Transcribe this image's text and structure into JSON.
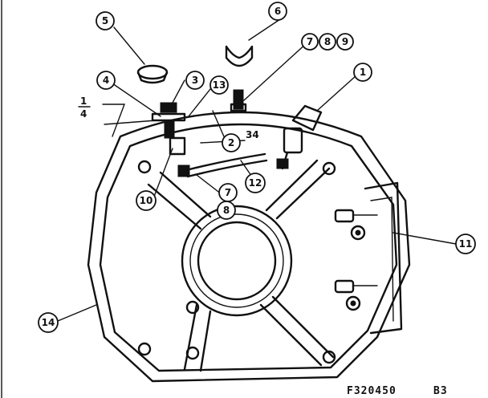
{
  "callouts": {
    "c1": "1",
    "c2": "2",
    "c3": "3",
    "c4": "4",
    "c5": "5",
    "c6": "6",
    "c7a": "7",
    "c8a": "8",
    "c9": "9",
    "c7b": "7",
    "c8b": "8",
    "c10": "10",
    "c11": "11",
    "c12": "12",
    "c13": "13",
    "c14": "14"
  },
  "labels": {
    "fraction_num": "1",
    "fraction_den": "4",
    "dim_34": "34"
  },
  "footer": {
    "part_number": "F320450",
    "code": "B3"
  }
}
